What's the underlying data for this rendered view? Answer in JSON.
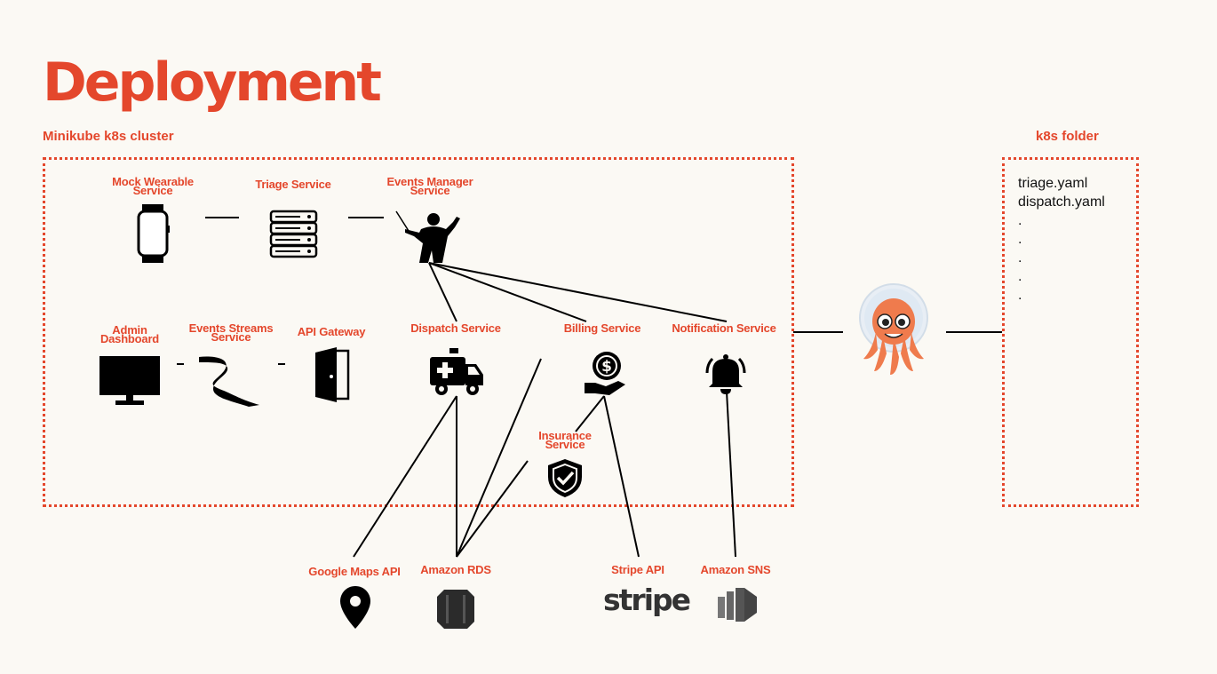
{
  "header": {
    "title": "Deployment"
  },
  "cluster": {
    "label": "Minikube k8s cluster"
  },
  "folder": {
    "label": "k8s folder",
    "files": [
      "triage.yaml",
      "dispatch.yaml",
      ".",
      ".",
      ".",
      ".",
      "."
    ]
  },
  "nodes": {
    "mock_wearable": {
      "line1": "Mock Wearable",
      "line2": "Service",
      "icon": "smartwatch-icon"
    },
    "triage": {
      "line1": "Triage Service",
      "icon": "server-icon"
    },
    "events_manager": {
      "line1": "Events Manager",
      "line2": "Service",
      "icon": "conductor-icon"
    },
    "admin_dashboard": {
      "line1": "Admin",
      "line2": "Dashboard",
      "icon": "monitor-icon"
    },
    "events_streams": {
      "line1": "Events Streams",
      "line2": "Service",
      "icon": "stream-icon"
    },
    "api_gateway": {
      "line1": "API Gateway",
      "icon": "door-icon"
    },
    "dispatch": {
      "line1": "Dispatch Service",
      "icon": "ambulance-icon"
    },
    "billing": {
      "line1": "Billing Service",
      "icon": "coin-hand-icon"
    },
    "notification": {
      "line1": "Notification Service",
      "icon": "bell-icon"
    },
    "insurance": {
      "line1": "Insurance",
      "line2": "Service",
      "icon": "shield-check-icon"
    },
    "google_maps": {
      "line1": "Google Maps API",
      "icon": "map-pin-icon"
    },
    "amazon_rds": {
      "line1": "Amazon RDS",
      "icon": "database-icon"
    },
    "stripe": {
      "line1": "Stripe API",
      "logo_text": "stripe",
      "icon": "stripe-logo"
    },
    "amazon_sns": {
      "line1": "Amazon SNS",
      "icon": "sns-icon"
    }
  },
  "argo": {
    "icon": "octopus-astronaut-icon"
  },
  "colors": {
    "accent": "#e4472c",
    "background": "#fbf9f4",
    "ink": "#000000"
  }
}
